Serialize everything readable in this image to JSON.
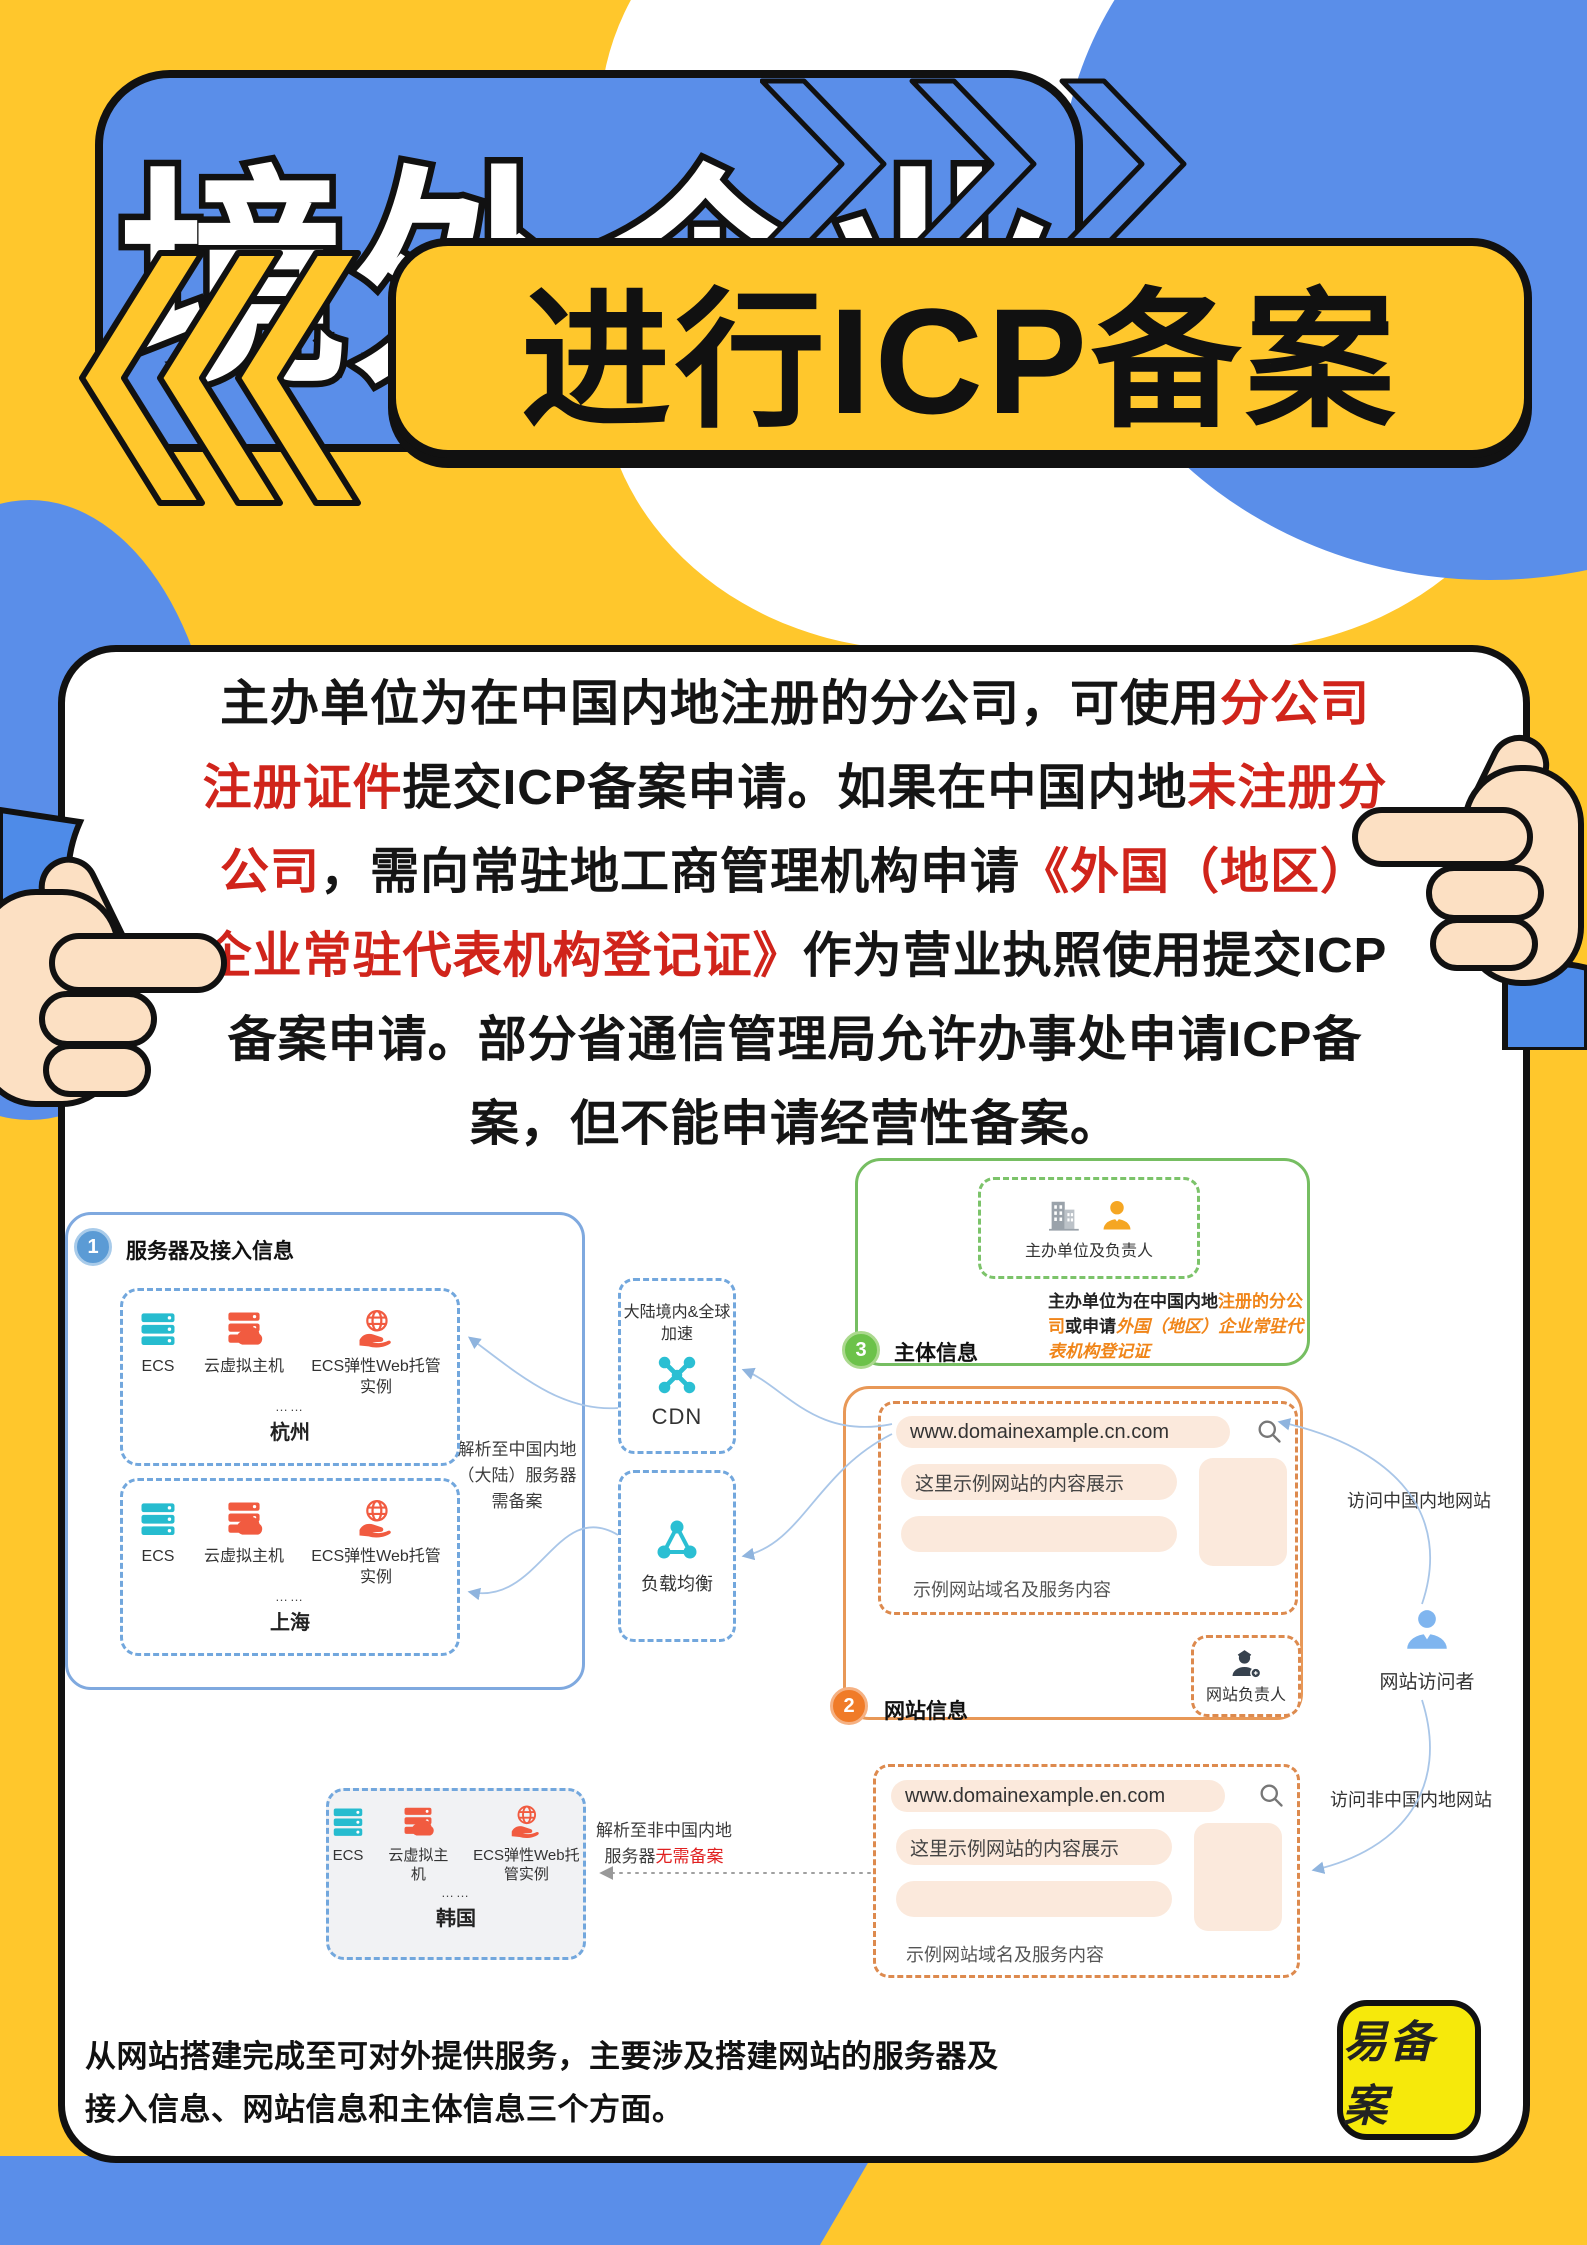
{
  "colors": {
    "background_yellow": "#FFC72C",
    "accent_blue": "#5A8EE9",
    "highlight_red": "#D0241B",
    "highlight_orange": "#F08519",
    "icon_teal": "#26BCCF",
    "icon_red": "#F15B40",
    "section_green": "#6CC24A",
    "section_orange": "#F07B28",
    "peach": "#FBE9DC",
    "brand_yellow": "#F6E90B"
  },
  "header": {
    "title": "境外企业",
    "subtitle": "进行ICP备案"
  },
  "icons": {
    "chevrons_right": "triple-chevron-right",
    "chevrons_left": "triple-chevron-left",
    "hand_right": "pointing-hand-left",
    "hand_left": "pointing-hand-right"
  },
  "intro": {
    "segments": [
      {
        "text": "主办单位为在中国内地注册的分公司，可使用",
        "red": false
      },
      {
        "text": "分公司注册证件",
        "red": true
      },
      {
        "text": "提交ICP备案申请。如果在中国内地",
        "red": false
      },
      {
        "text": "未注册分公司",
        "red": true
      },
      {
        "text": "，需向常驻地工商管理机构申请",
        "red": false
      },
      {
        "text": "《外国（地区）企业常驻代表机构登记证》",
        "red": true
      },
      {
        "text": "作为营业执照使用提交ICP备案申请。部分省通信管理局允许办事处申请ICP备案，但不能申请经营性备案。",
        "red": false
      }
    ]
  },
  "diagram": {
    "server": {
      "badge": "1",
      "title": "服务器及接入信息",
      "note": "解析至中国内地（大陆）服务器需备案",
      "groups": [
        {
          "items": [
            "ECS",
            "云虚拟主机",
            "ECS弹性Web托管实例"
          ],
          "ellipsis": "……",
          "region": "杭州"
        },
        {
          "items": [
            "ECS",
            "云虚拟主机",
            "ECS弹性Web托管实例"
          ],
          "ellipsis": "……",
          "region": "上海"
        }
      ]
    },
    "cdn": {
      "caption": "大陆境内&全球加速",
      "label": "CDN"
    },
    "slb": {
      "label": "负载均衡"
    },
    "subject": {
      "badge": "3",
      "title": "主体信息",
      "unit_label": "主办单位及负责人",
      "note": [
        {
          "text": "主办单位为在中国内地"
        },
        {
          "text": "注册的分公司",
          "em": true
        },
        {
          "text": "或申请"
        },
        {
          "text": "外国（地区）企业常驻代表机构登记证",
          "em": true,
          "italic": true
        }
      ]
    },
    "website": {
      "badge": "2",
      "title": "网站信息",
      "url": "www.domainexample.cn.com",
      "content": "这里示例网站的内容展示",
      "caption": "示例网站域名及服务内容",
      "owner_label": "网站负责人"
    },
    "visitor": {
      "visit_cn": "访问中国内地网站",
      "label": "网站访问者",
      "visit_non_cn": "访问非中国内地网站"
    },
    "overseas": {
      "items": [
        "ECS",
        "云虚拟主机",
        "ECS弹性Web托管实例"
      ],
      "ellipsis": "……",
      "region": "韩国",
      "note": [
        {
          "text": "解析至非中国内地服务器"
        },
        {
          "text": "无需备案",
          "red": true
        }
      ]
    },
    "website2": {
      "url": "www.domainexample.en.com",
      "content": "这里示例网站的内容展示",
      "caption": "示例网站域名及服务内容"
    }
  },
  "footer": {
    "text": "从网站搭建完成至可对外提供服务，主要涉及搭建网站的服务器及接入信息、网站信息和主体信息三个方面。",
    "brand": "易备案"
  }
}
